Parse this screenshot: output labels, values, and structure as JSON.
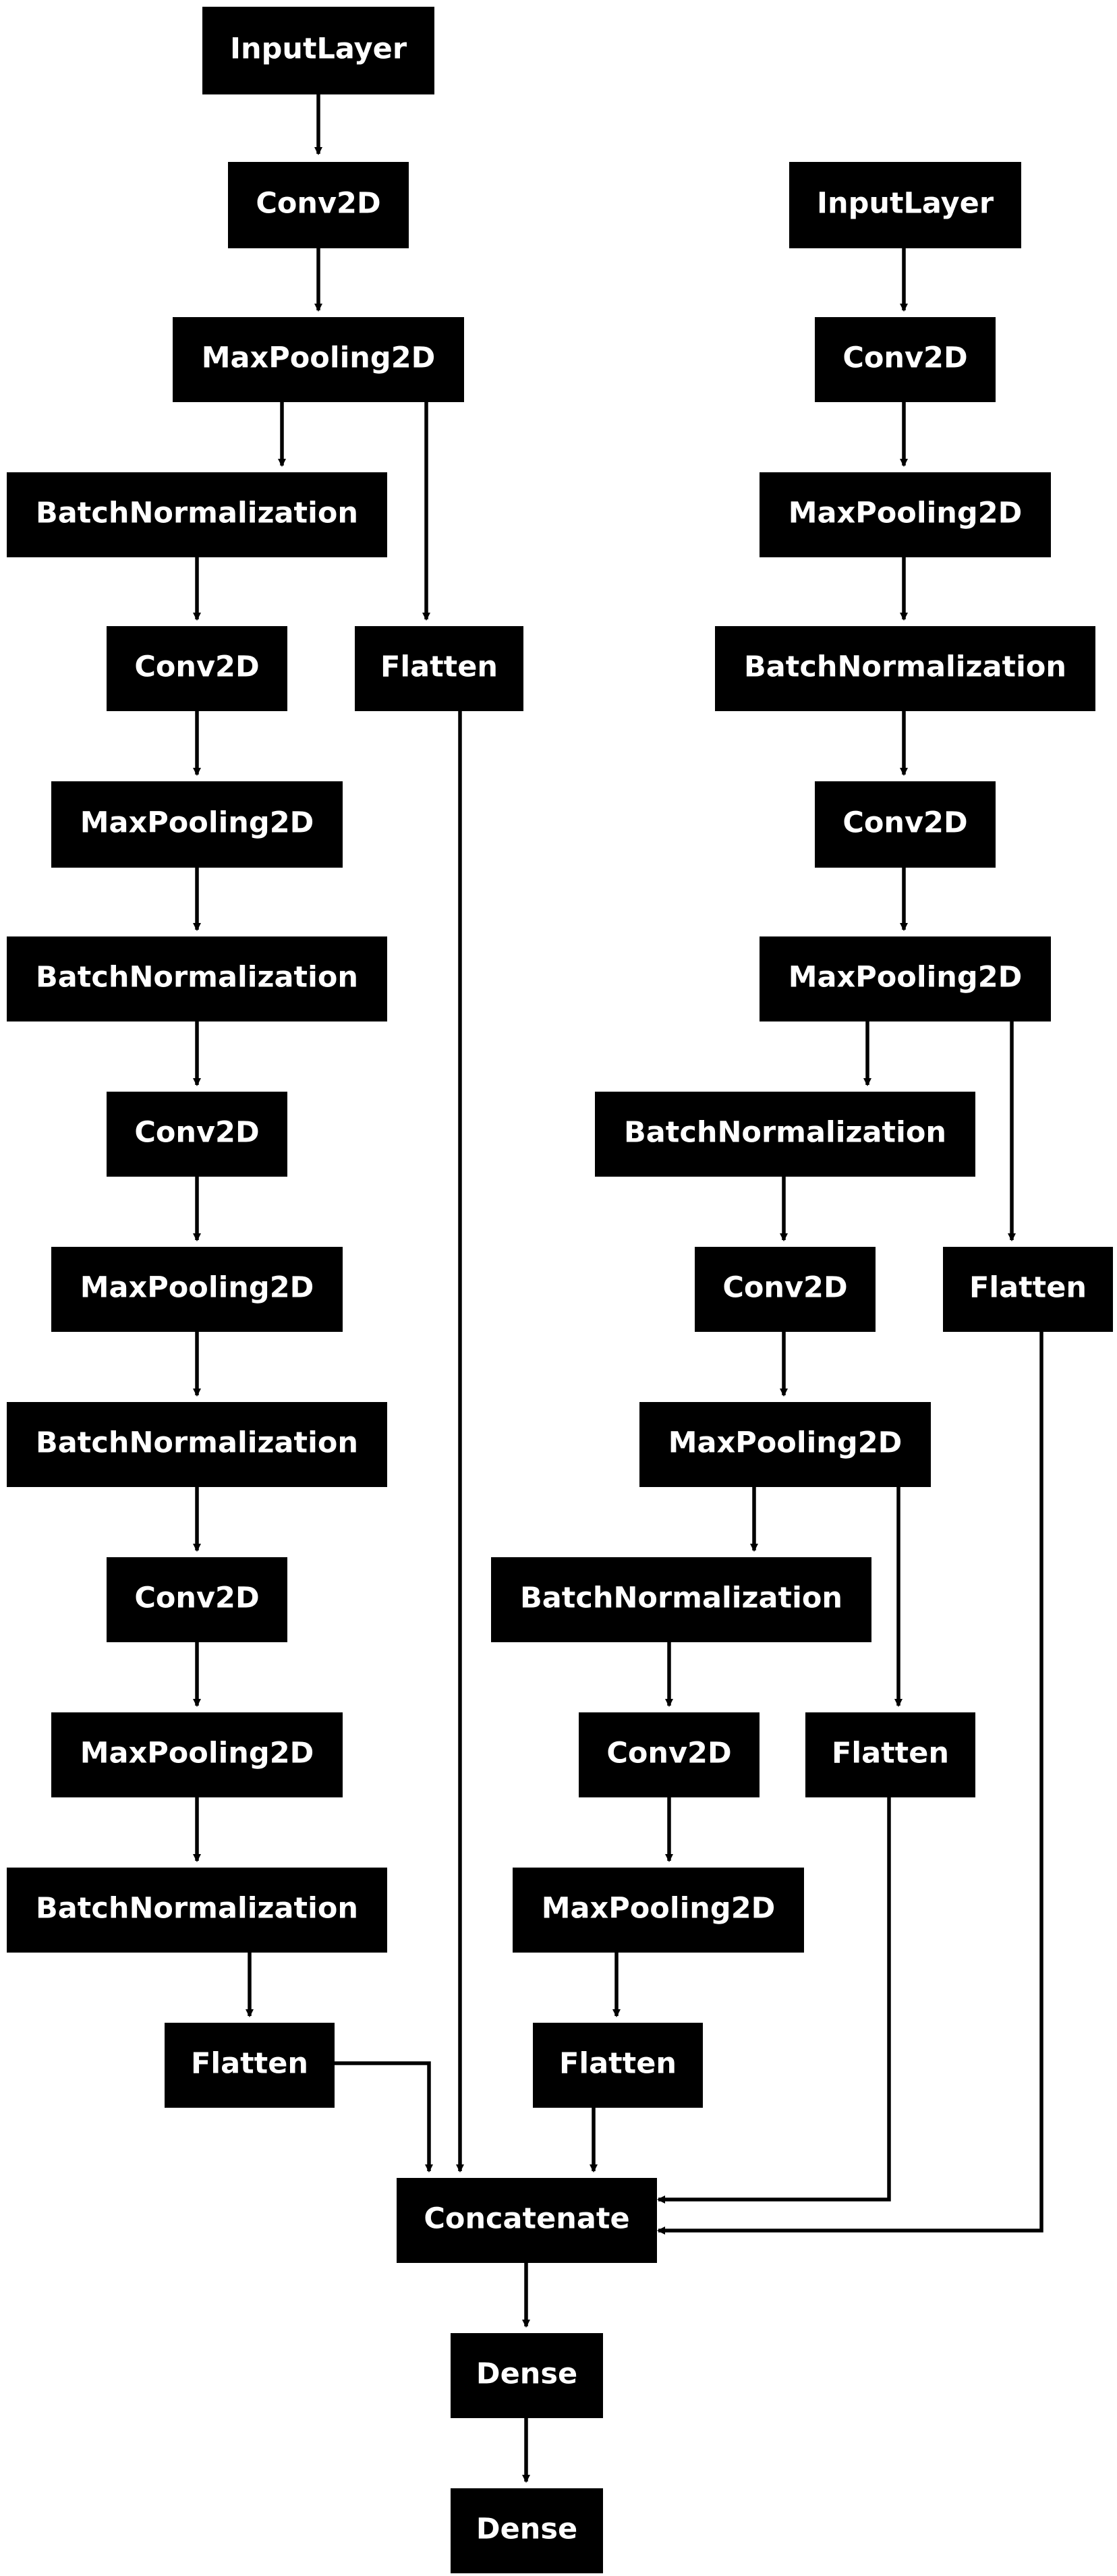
{
  "diagram": {
    "nodes": [
      {
        "id": "n1",
        "label": "InputLayer"
      },
      {
        "id": "n2",
        "label": "Conv2D"
      },
      {
        "id": "n3",
        "label": "MaxPooling2D"
      },
      {
        "id": "n4",
        "label": "BatchNormalization"
      },
      {
        "id": "n5",
        "label": "Flatten"
      },
      {
        "id": "n6",
        "label": "Conv2D"
      },
      {
        "id": "n7",
        "label": "MaxPooling2D"
      },
      {
        "id": "n8",
        "label": "BatchNormalization"
      },
      {
        "id": "n9",
        "label": "Conv2D"
      },
      {
        "id": "n10",
        "label": "MaxPooling2D"
      },
      {
        "id": "n11",
        "label": "BatchNormalization"
      },
      {
        "id": "n12",
        "label": "Conv2D"
      },
      {
        "id": "n13",
        "label": "MaxPooling2D"
      },
      {
        "id": "n14",
        "label": "BatchNormalization"
      },
      {
        "id": "n15",
        "label": "Flatten"
      },
      {
        "id": "r1",
        "label": "InputLayer"
      },
      {
        "id": "r2",
        "label": "Conv2D"
      },
      {
        "id": "r3",
        "label": "MaxPooling2D"
      },
      {
        "id": "r4",
        "label": "BatchNormalization"
      },
      {
        "id": "r5",
        "label": "Conv2D"
      },
      {
        "id": "r6",
        "label": "MaxPooling2D"
      },
      {
        "id": "r7",
        "label": "BatchNormalization"
      },
      {
        "id": "r8",
        "label": "Flatten"
      },
      {
        "id": "r9",
        "label": "Conv2D"
      },
      {
        "id": "r10",
        "label": "MaxPooling2D"
      },
      {
        "id": "r11",
        "label": "BatchNormalization"
      },
      {
        "id": "r12",
        "label": "Flatten"
      },
      {
        "id": "r13",
        "label": "Conv2D"
      },
      {
        "id": "r14",
        "label": "MaxPooling2D"
      },
      {
        "id": "r15",
        "label": "Flatten"
      },
      {
        "id": "c1",
        "label": "Concatenate"
      },
      {
        "id": "d1",
        "label": "Dense"
      },
      {
        "id": "d2",
        "label": "Dense"
      }
    ],
    "edges": [
      {
        "from": "n1",
        "to": "n2"
      },
      {
        "from": "n2",
        "to": "n3"
      },
      {
        "from": "n3",
        "to": "n4"
      },
      {
        "from": "n3",
        "to": "n5"
      },
      {
        "from": "n4",
        "to": "n6"
      },
      {
        "from": "n6",
        "to": "n7"
      },
      {
        "from": "n7",
        "to": "n8"
      },
      {
        "from": "n8",
        "to": "n9"
      },
      {
        "from": "n9",
        "to": "n10"
      },
      {
        "from": "n10",
        "to": "n11"
      },
      {
        "from": "n11",
        "to": "n12"
      },
      {
        "from": "n12",
        "to": "n13"
      },
      {
        "from": "n13",
        "to": "n14"
      },
      {
        "from": "n14",
        "to": "n15"
      },
      {
        "from": "r1",
        "to": "r2"
      },
      {
        "from": "r2",
        "to": "r3"
      },
      {
        "from": "r3",
        "to": "r4"
      },
      {
        "from": "r4",
        "to": "r5"
      },
      {
        "from": "r5",
        "to": "r6"
      },
      {
        "from": "r6",
        "to": "r7"
      },
      {
        "from": "r6",
        "to": "r8"
      },
      {
        "from": "r7",
        "to": "r9"
      },
      {
        "from": "r9",
        "to": "r10"
      },
      {
        "from": "r10",
        "to": "r11"
      },
      {
        "from": "r10",
        "to": "r12"
      },
      {
        "from": "r11",
        "to": "r13"
      },
      {
        "from": "r13",
        "to": "r14"
      },
      {
        "from": "r14",
        "to": "r15"
      },
      {
        "from": "n15",
        "to": "c1"
      },
      {
        "from": "n5",
        "to": "c1"
      },
      {
        "from": "r15",
        "to": "c1"
      },
      {
        "from": "r12",
        "to": "c1"
      },
      {
        "from": "r8",
        "to": "c1"
      },
      {
        "from": "c1",
        "to": "d1"
      },
      {
        "from": "d1",
        "to": "d2"
      }
    ]
  }
}
